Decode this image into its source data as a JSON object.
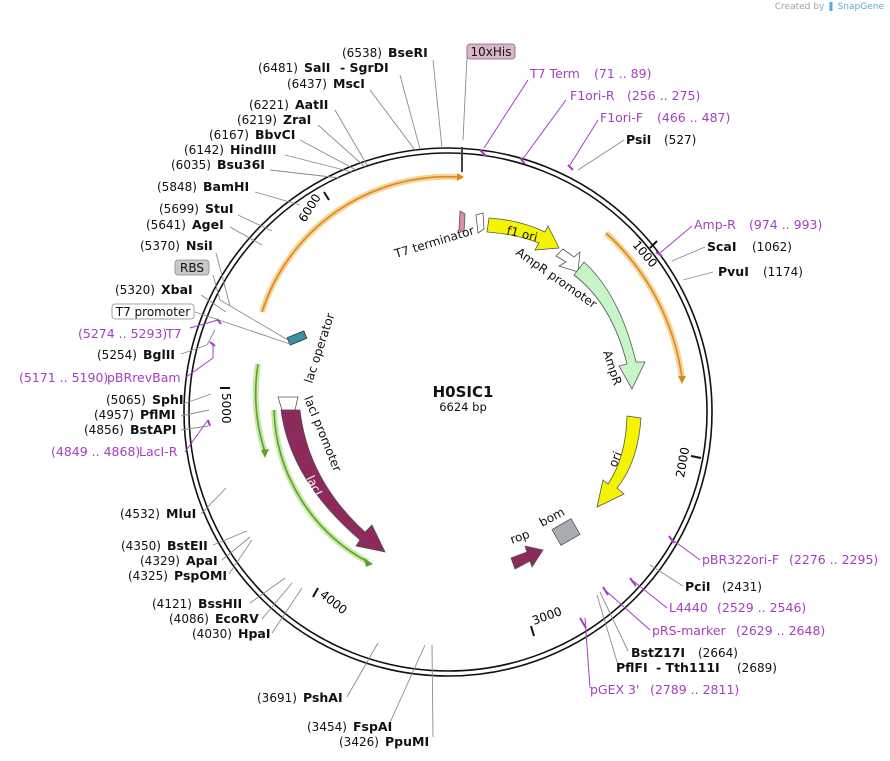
{
  "credit": {
    "prefix": "Created by",
    "brand": "SnapGene"
  },
  "plasmid": {
    "name": "H0SIC1",
    "length": "6624 bp"
  },
  "ticks": [
    "1000",
    "2000",
    "3000",
    "4000",
    "5000",
    "6000"
  ],
  "colors": {
    "primer": "#a63ec2",
    "orange_arc": "#e49b2b",
    "green_arc": "#6fb33c",
    "f1ori": "#f4f400",
    "ampr": "#c7f5c7",
    "laci": "#8c2a5b",
    "ori": "#f4f400",
    "rop": "#8c2a5b",
    "bom": "#a7adb3",
    "tag_10xhis": "#d9b6c9",
    "rbs": "#c8c8c8"
  },
  "labels": {
    "seri": {
      "pos": "(6538)",
      "name": "BseRI"
    },
    "sali": {
      "pos": "(6481)",
      "name": "SalI",
      "extra": "- SgrDI"
    },
    "msci": {
      "pos": "(6437)",
      "name": "MscI"
    },
    "aatii": {
      "pos": "(6221)",
      "name": "AatII"
    },
    "zrai": {
      "pos": "(6219)",
      "name": "ZraI"
    },
    "bbvci": {
      "pos": "(6167)",
      "name": "BbvCI"
    },
    "hindiii": {
      "pos": "(6142)",
      "name": "HindIII"
    },
    "bsu36i": {
      "pos": "(6035)",
      "name": "Bsu36I"
    },
    "bamhi": {
      "pos": "(5848)",
      "name": "BamHI"
    },
    "stui": {
      "pos": "(5699)",
      "name": "StuI"
    },
    "agei": {
      "pos": "(5641)",
      "name": "AgeI"
    },
    "nsii": {
      "pos": "(5370)",
      "name": "NsiI"
    },
    "rbs": {
      "name": "RBS"
    },
    "xbai": {
      "pos": "(5320)",
      "name": "XbaI"
    },
    "t7prom": {
      "name": "T7 promoter"
    },
    "t7p": {
      "range": "(5274 .. 5293)",
      "name": "T7"
    },
    "bglii": {
      "pos": "(5254)",
      "name": "BglII"
    },
    "pbrrev": {
      "range": "(5171 .. 5190)",
      "name": "pBRrevBam"
    },
    "sphi": {
      "pos": "(5065)",
      "name": "SphI"
    },
    "pflmi": {
      "pos": "(4957)",
      "name": "PflMI"
    },
    "bstapi": {
      "pos": "(4856)",
      "name": "BstAPI"
    },
    "lacir": {
      "range": "(4849 .. 4868)",
      "name": "LacI-R"
    },
    "mlui": {
      "pos": "(4532)",
      "name": "MluI"
    },
    "bsteii": {
      "pos": "(4350)",
      "name": "BstEII"
    },
    "apai": {
      "pos": "(4329)",
      "name": "ApaI"
    },
    "pspomi": {
      "pos": "(4325)",
      "name": "PspOMI"
    },
    "bsshii": {
      "pos": "(4121)",
      "name": "BssHII"
    },
    "ecorv": {
      "pos": "(4086)",
      "name": "EcoRV"
    },
    "hpai": {
      "pos": "(4030)",
      "name": "HpaI"
    },
    "pshai": {
      "pos": "(3691)",
      "name": "PshAI"
    },
    "fspai": {
      "pos": "(3454)",
      "name": "FspAI"
    },
    "pspumi": {
      "pos": "(3426)",
      "name": "PpuMI"
    },
    "his": {
      "name": "10xHis"
    },
    "t7term": {
      "name": "T7 Term",
      "range": "(71 .. 89)"
    },
    "f1orir": {
      "name": "F1ori-R",
      "range": "(256 .. 275)"
    },
    "f1orif": {
      "name": "F1ori-F",
      "range": "(466 .. 487)"
    },
    "psii": {
      "name": "PsiI",
      "pos": "(527)"
    },
    "ampr_p": {
      "name": "Amp-R",
      "range": "(974 .. 993)"
    },
    "scai": {
      "name": "ScaI",
      "pos": "(1062)"
    },
    "pvui": {
      "name": "PvuI",
      "pos": "(1174)"
    },
    "pbr322": {
      "name": "pBR322ori-F",
      "range": "(2276 .. 2295)"
    },
    "pcii": {
      "name": "PciI",
      "pos": "(2431)"
    },
    "l4440": {
      "name": "L4440",
      "range": "(2529 .. 2546)"
    },
    "prs": {
      "name": "pRS-marker",
      "range": "(2629 .. 2648)"
    },
    "bstz": {
      "name": "BstZ17I",
      "pos": "(2664)"
    },
    "pflfi": {
      "name": "PflFI",
      "extra": "- Tth111I",
      "pos": "(2689)"
    },
    "pgex": {
      "name": "pGEX 3'",
      "range": "(2789 .. 2811)"
    }
  },
  "features": {
    "t7_terminator": "T7 terminator",
    "f1_ori": "f1 ori",
    "ampr_promoter": "AmpR promoter",
    "ampr": "AmpR",
    "ori": "ori",
    "bom": "bom",
    "rop": "rop",
    "lacI": "lacI",
    "lacI_promoter": "lacI promoter",
    "lac_operator": "lac operator"
  }
}
